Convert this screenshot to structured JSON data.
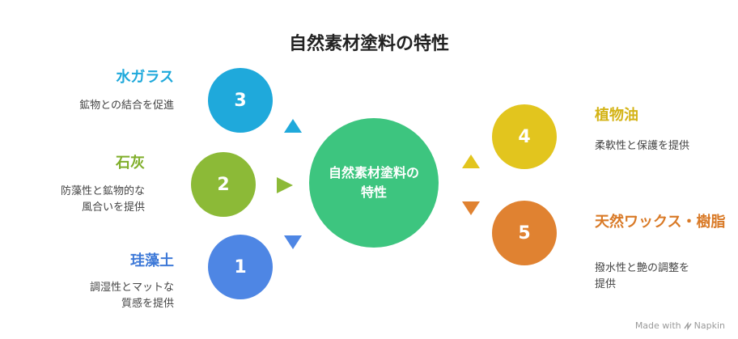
{
  "title": "自然素材塗料の特性",
  "center": {
    "label_line1": "自然素材塗料の",
    "label_line2": "特性",
    "color": "#3DC57F"
  },
  "items": [
    {
      "number": "3",
      "title": "水ガラス",
      "desc_line1": "鉱物との結合を促進",
      "desc_line2": "",
      "color": "#1FA9DB",
      "title_color": "#1FA9DB"
    },
    {
      "number": "2",
      "title": "石灰",
      "desc_line1": "防藻性と鉱物的な",
      "desc_line2": "風合いを提供",
      "color": "#8CBA37",
      "title_color": "#7FAE2A"
    },
    {
      "number": "1",
      "title": "珪藻土",
      "desc_line1": "調湿性とマットな",
      "desc_line2": "質感を提供",
      "color": "#4E86E4",
      "title_color": "#3F7AD8"
    },
    {
      "number": "4",
      "title": "植物油",
      "desc_line1": "柔軟性と保護を提供",
      "desc_line2": "",
      "color": "#E2C51E",
      "title_color": "#D4B315"
    },
    {
      "number": "5",
      "title": "天然ワックス・樹脂",
      "desc_line1": "撥水性と艶の調整を",
      "desc_line2": "提供",
      "color": "#E08231",
      "title_color": "#D97A27"
    }
  ],
  "footer": {
    "made_with": "Made with",
    "brand": "Napkin"
  }
}
